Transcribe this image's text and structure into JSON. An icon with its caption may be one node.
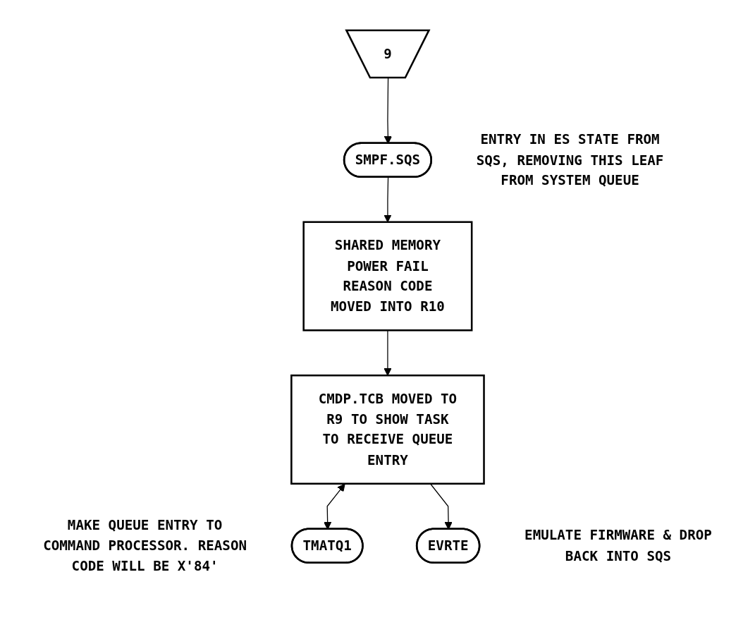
{
  "diagram": {
    "nodes": [
      {
        "text": [
          "9"
        ]
      },
      {
        "text": [
          "SMPF.SQS"
        ],
        "beside": [
          "ENTRY IN ES STATE FROM SQS, REMOVING THIS LEAF FROM SYSTEM QUEUE"
        ]
      },
      {
        "text": [
          "SHARED MEMORY POWER FAIL REASON CODE MOVED INTO R10"
        ]
      },
      {
        "text": [
          "CMDP.TCB MOVED TO R9 TO SHOW TASK TO RECEIVE QUEUE ENTRY"
        ]
      },
      {
        "text": [
          "TMATQ1"
        ],
        "beside": [
          "MAKE QUEUE ENTRY TO COMMAND PROCESSOR. REASON CODE WILL BE X'84'"
        ]
      },
      {
        "text": [
          "EVRTE"
        ],
        "beside": [
          "EMULATE FIRMWARE & DROP BACK INTO SQS"
        ]
      }
    ],
    "edges": [
      {
        "from": 0,
        "to": 1,
        "arrow": "to"
      },
      {
        "from": 1,
        "to": 2,
        "arrow": "to"
      },
      {
        "from": 2,
        "to": 3,
        "arrow": "to"
      },
      {
        "from": 3,
        "to": 4,
        "arrow": "both"
      },
      {
        "from": 3,
        "to": 5,
        "arrow": "to"
      }
    ]
  }
}
